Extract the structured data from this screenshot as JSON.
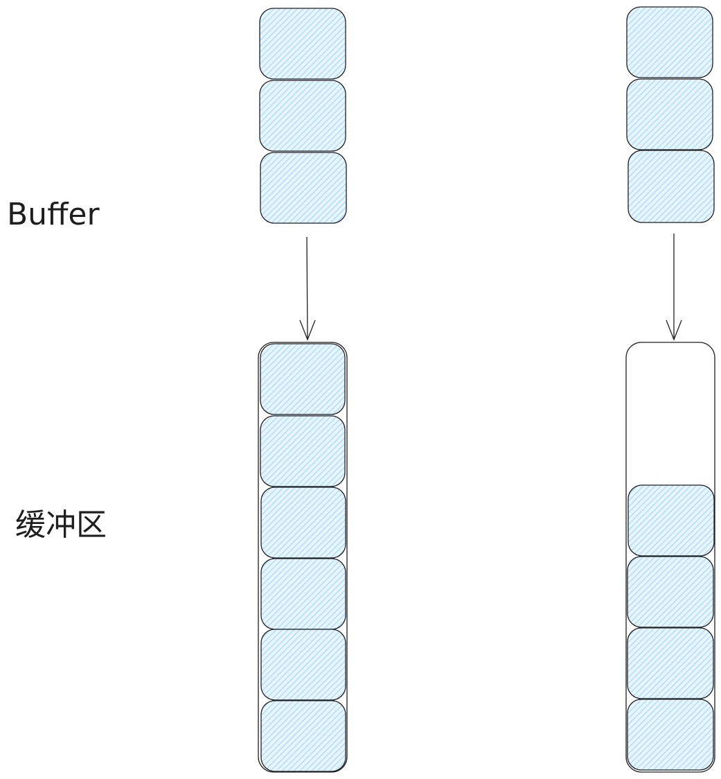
{
  "labels": {
    "buffer": "Buffer",
    "buffer_cn": "缓冲区"
  },
  "colors": {
    "block_fill": "#a5d8ff",
    "stroke": "#1e1e1e",
    "background": "#ffffff"
  },
  "left_column": {
    "buffer_blocks": 3,
    "buffer_area_slots": 6,
    "buffer_area_filled": 6
  },
  "right_column": {
    "buffer_blocks": 3,
    "buffer_area_slots": 6,
    "buffer_area_filled": 4
  }
}
